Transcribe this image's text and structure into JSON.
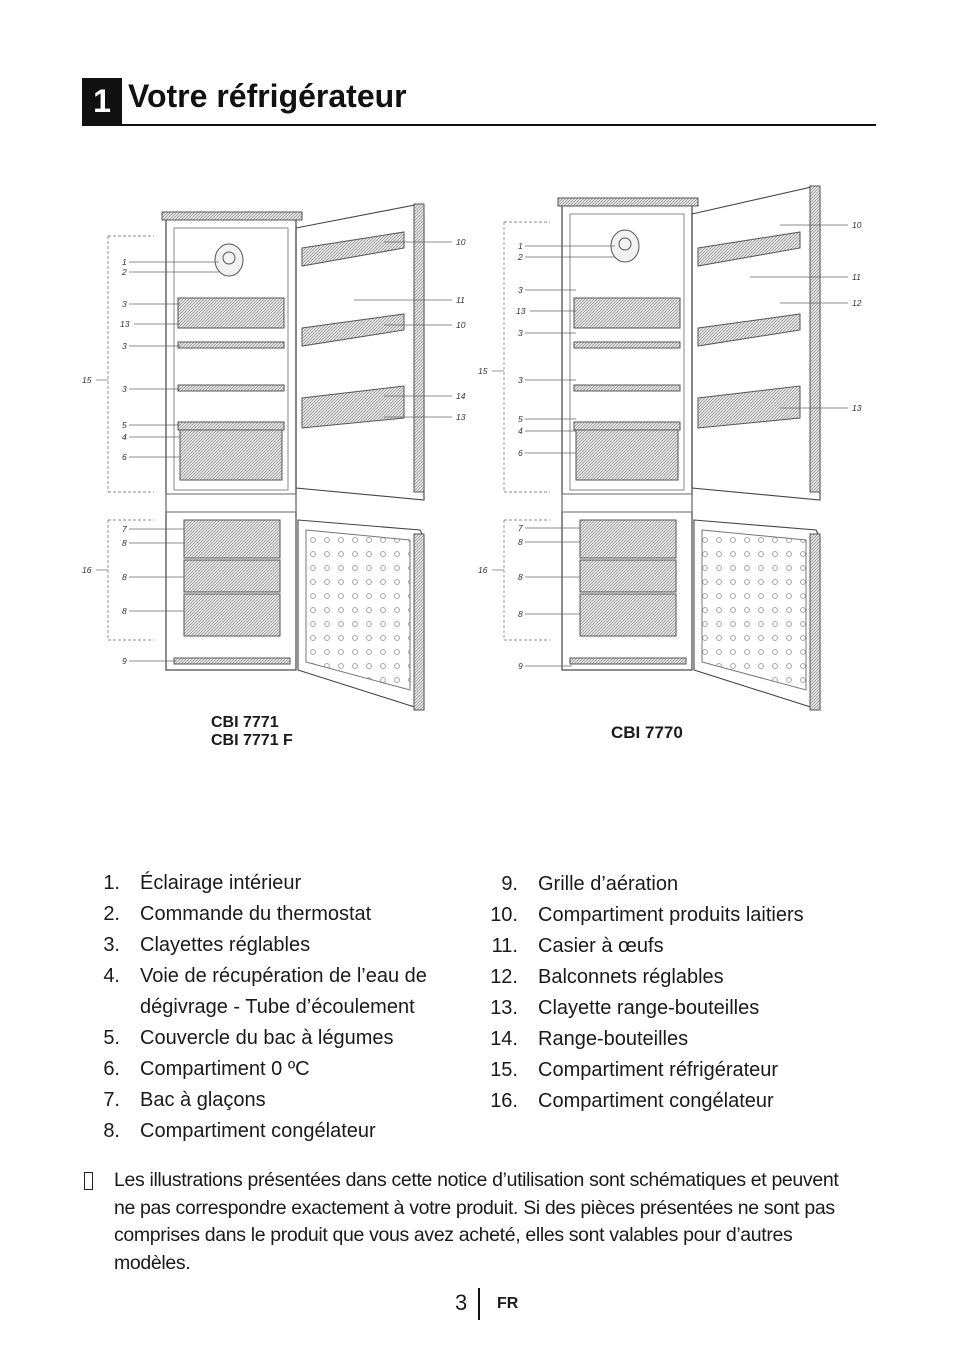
{
  "section": {
    "number": "1",
    "title": "Votre réfrigérateur"
  },
  "models": {
    "left_line1": "CBI 7771",
    "left_line2": "CBI 7771 F",
    "right": "CBI 7770"
  },
  "callouts_left": [
    "1",
    "2",
    "3",
    "13",
    "3",
    "15",
    "3",
    "5",
    "4",
    "6",
    "7",
    "8",
    "16",
    "8",
    "8",
    "9",
    "10",
    "11",
    "10",
    "14",
    "13"
  ],
  "callouts_right": [
    "1",
    "2",
    "3",
    "13",
    "3",
    "15",
    "3",
    "5",
    "4",
    "6",
    "7",
    "8",
    "16",
    "8",
    "8",
    "9",
    "10",
    "11",
    "12",
    "13"
  ],
  "legend_left": [
    {
      "num": "1.",
      "text": "Éclairage intérieur"
    },
    {
      "num": "2.",
      "text": "Commande du thermostat"
    },
    {
      "num": "3.",
      "text": "Clayettes réglables"
    },
    {
      "num": "4.",
      "text": "Voie de récupération de l’eau de dégivrage - Tube d’écoulement"
    },
    {
      "num": "5.",
      "text": "Couvercle du bac à légumes"
    },
    {
      "num": "6.",
      "text": "Compartiment 0 ºC"
    },
    {
      "num": "7.",
      "text": "Bac à glaçons"
    },
    {
      "num": "8.",
      "text": "Compartiment congélateur"
    }
  ],
  "legend_right": [
    {
      "num": "9.",
      "text": "Grille d’aération"
    },
    {
      "num": "10.",
      "text": "Compartiment produits laitiers"
    },
    {
      "num": "11.",
      "text": "Casier à œufs"
    },
    {
      "num": "12.",
      "text": "Balconnets réglables"
    },
    {
      "num": "13.",
      "text": "Clayette range-bouteilles"
    },
    {
      "num": "14.",
      "text": "Range-bouteilles"
    },
    {
      "num": "15.",
      "text": "Compartiment réfrigérateur"
    },
    {
      "num": "16.",
      "text": "Compartiment congélateur"
    }
  ],
  "note": "Les illustrations présentées dans cette notice d’utilisation sont schématiques et peuvent ne pas correspondre exactement à votre produit. Si des pièces présentées ne sont pas comprises dans le produit que vous avez acheté, elles sont valables pour d’autres modèles.",
  "footer": {
    "page": "3",
    "lang": "FR"
  }
}
